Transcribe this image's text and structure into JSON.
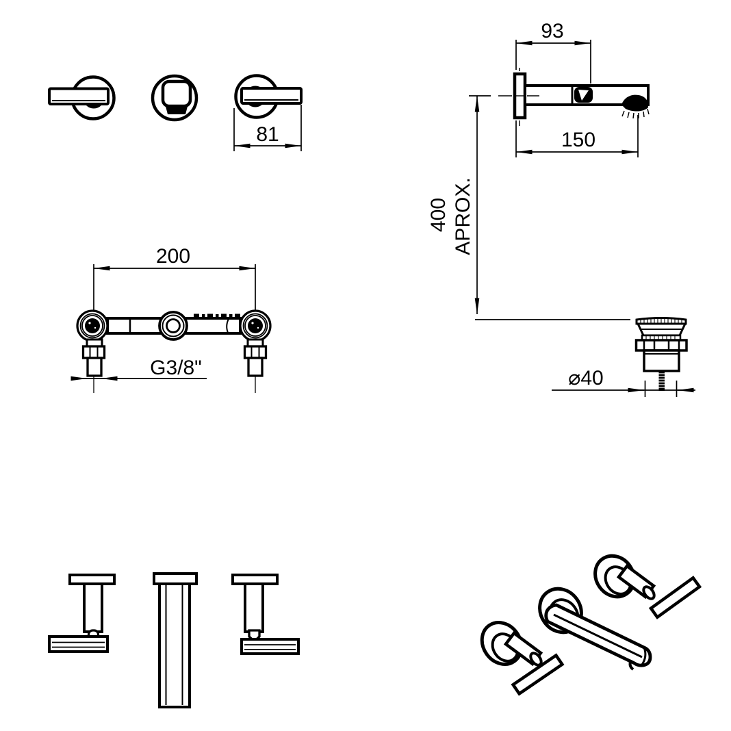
{
  "page": {
    "background_color": "#ffffff",
    "line_color": "#000000"
  },
  "dimensions": {
    "front_handle_width": "81",
    "spout_aerator_offset": "93",
    "spout_reach": "150",
    "install_height_value": "400",
    "install_height_suffix": "APROX.",
    "rough_in_centers": "200",
    "thread_size": "G3/8\"",
    "waste_diameter": "⌀40"
  }
}
